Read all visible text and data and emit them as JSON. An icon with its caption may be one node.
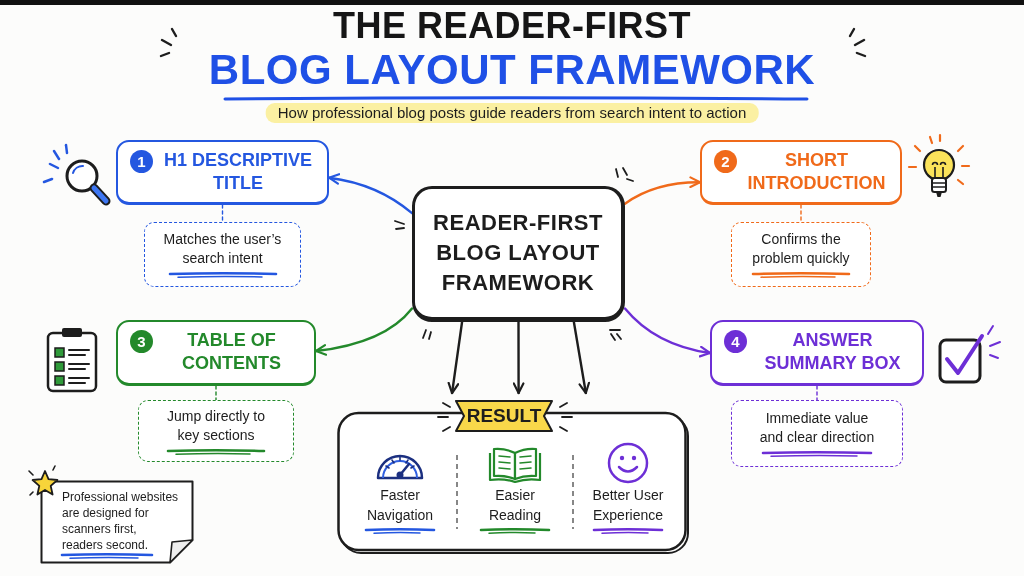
{
  "diagram": {
    "title": "THE READER-FIRST BLOG LAYOUT FRAMEWORK",
    "nodes": [
      {
        "text": [
          "READER-FIRST BLOG LAYOUT FRAMEWORK"
        ]
      },
      {
        "text": [
          "1",
          "H1 DESCRIPTIVE TITLE"
        ]
      },
      {
        "text": [
          "Matches the user’s search intent"
        ]
      },
      {
        "text": [
          "2",
          "SHORT INTRODUCTION"
        ]
      },
      {
        "text": [
          "Confirms the problem quickly"
        ]
      },
      {
        "text": [
          "3",
          "TABLE OF CONTENTS"
        ]
      },
      {
        "text": [
          "Jump directly to key sections"
        ]
      },
      {
        "text": [
          "4",
          "ANSWER SUMMARY BOX"
        ]
      },
      {
        "text": [
          "Immediate value and clear direction"
        ]
      },
      {
        "text": [
          "RESULT",
          "Faster Navigation",
          "Easier Reading",
          "Better User Experience"
        ]
      },
      {
        "text": [
          "Professional websites are designed for scanners first, readers second."
        ]
      }
    ],
    "edges": [
      {
        "from": 0,
        "to": 1,
        "arrow": "to",
        "color": "#2457e0"
      },
      {
        "from": 0,
        "to": 3,
        "arrow": "to",
        "color": "#f06a1a"
      },
      {
        "from": 0,
        "to": 5,
        "arrow": "to",
        "color": "#23892b"
      },
      {
        "from": 0,
        "to": 7,
        "arrow": "to",
        "color": "#6d2fd6"
      },
      {
        "from": 0,
        "to": 9,
        "arrow": "to"
      },
      {
        "from": 0,
        "to": 9,
        "arrow": "to"
      },
      {
        "from": 0,
        "to": 9,
        "arrow": "to"
      },
      {
        "from": 1,
        "to": 2,
        "arrow": "none",
        "style": "dashed",
        "color": "#2457e0"
      },
      {
        "from": 3,
        "to": 4,
        "arrow": "none",
        "style": "dashed",
        "color": "#f06a1a"
      },
      {
        "from": 5,
        "to": 6,
        "arrow": "none",
        "style": "dashed",
        "color": "#23892b"
      },
      {
        "from": 7,
        "to": 8,
        "arrow": "none",
        "style": "dashed",
        "color": "#6d2fd6"
      }
    ],
    "labels": [
      "How professional blog posts guide readers from search intent to action"
    ]
  }
}
